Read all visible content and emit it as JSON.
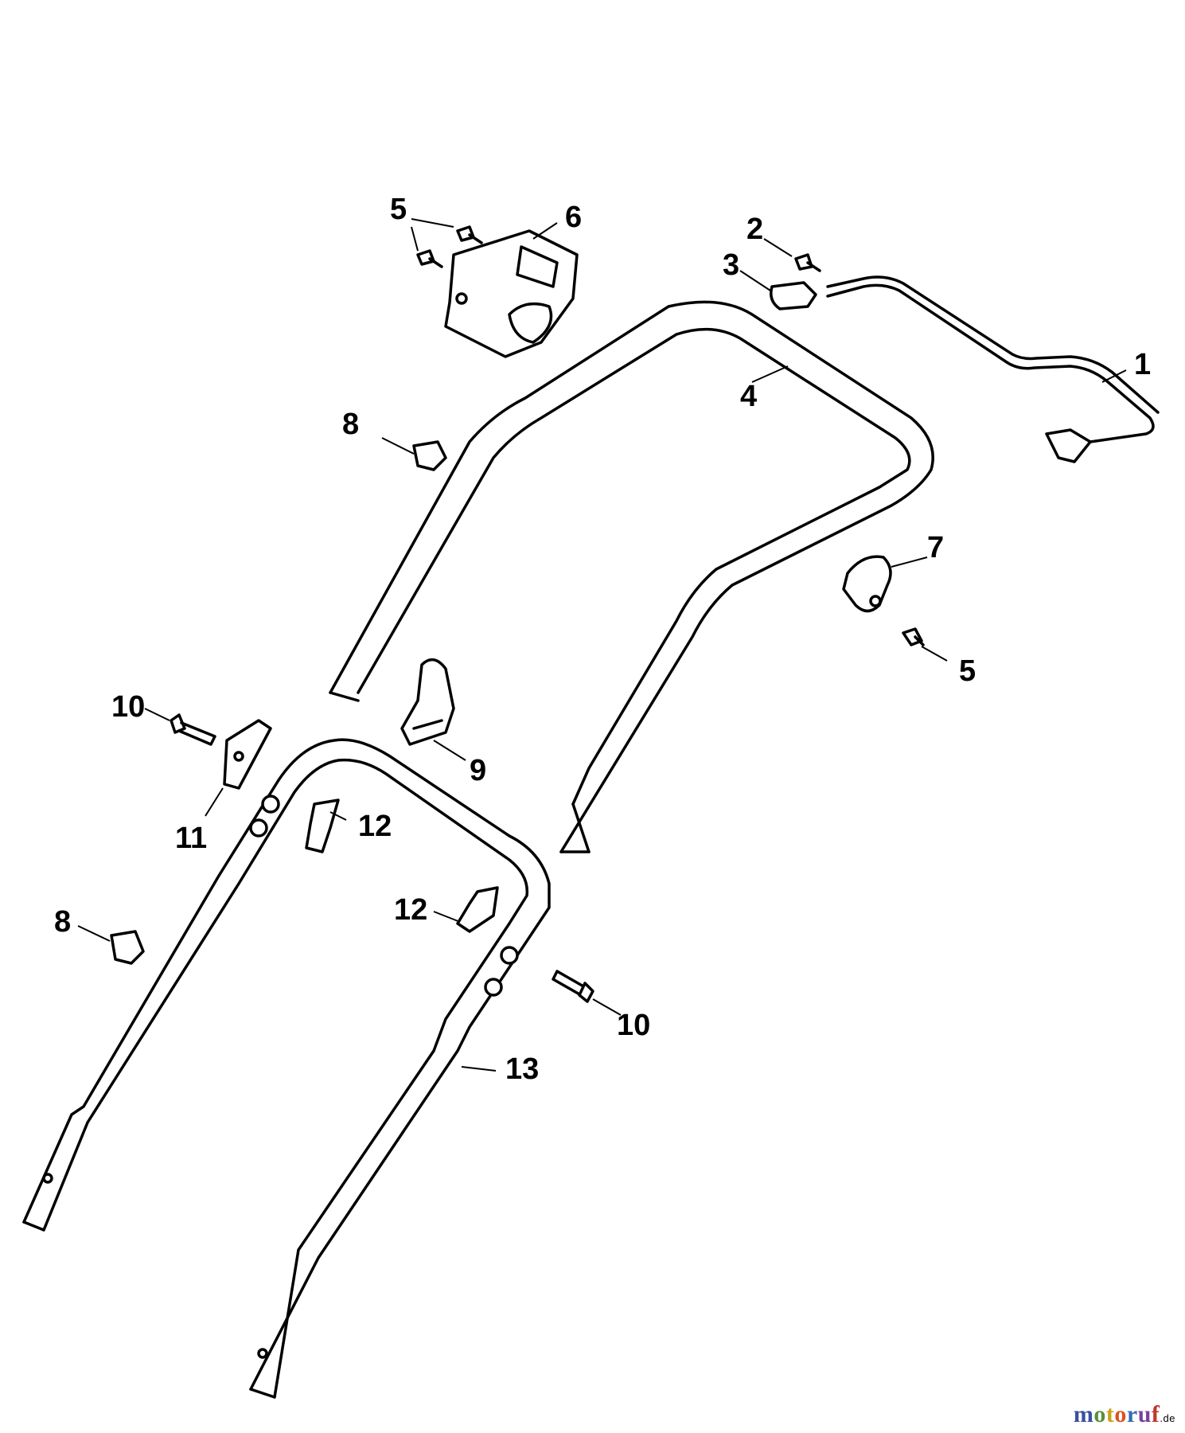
{
  "diagram": {
    "callouts": [
      {
        "id": "c1",
        "label": "1"
      },
      {
        "id": "c2",
        "label": "2"
      },
      {
        "id": "c3",
        "label": "3"
      },
      {
        "id": "c4",
        "label": "4"
      },
      {
        "id": "c5a",
        "label": "5"
      },
      {
        "id": "c5b",
        "label": "5"
      },
      {
        "id": "c6",
        "label": "6"
      },
      {
        "id": "c7",
        "label": "7"
      },
      {
        "id": "c8a",
        "label": "8"
      },
      {
        "id": "c8b",
        "label": "8"
      },
      {
        "id": "c9",
        "label": "9"
      },
      {
        "id": "c10a",
        "label": "10"
      },
      {
        "id": "c10b",
        "label": "10"
      },
      {
        "id": "c11",
        "label": "11"
      },
      {
        "id": "c12a",
        "label": "12"
      },
      {
        "id": "c12b",
        "label": "12"
      },
      {
        "id": "c13",
        "label": "13"
      }
    ]
  },
  "watermark": {
    "letters": [
      "m",
      "o",
      "t",
      "o",
      "r",
      "u",
      "f"
    ],
    "colors": [
      "#3a4fa0",
      "#5a8f3a",
      "#c8a21a",
      "#d9541e",
      "#2f6db5",
      "#7a3fa0",
      "#c0392b"
    ],
    "suffix": ".de"
  }
}
